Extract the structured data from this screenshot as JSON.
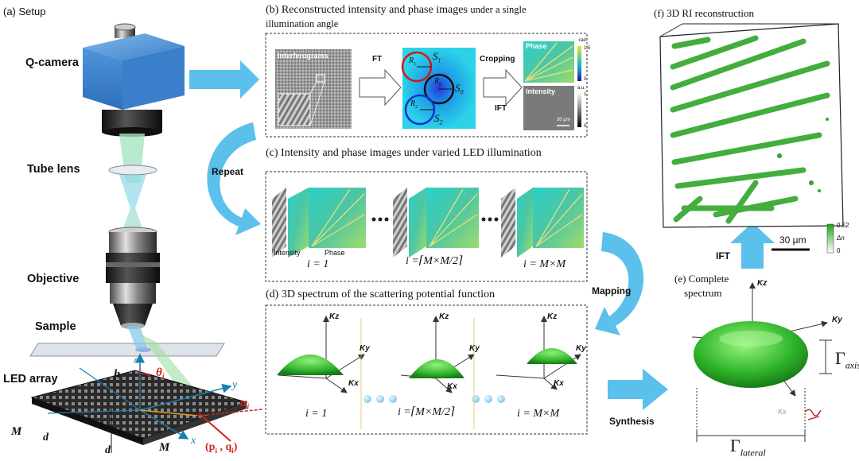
{
  "panels": {
    "a": {
      "title": "(a) Setup"
    },
    "b": {
      "title_main": "(b) Reconstructed intensity and phase images",
      "title_tail": "under a single",
      "title_line2": "illumination angle"
    },
    "c": {
      "title": "(c) Intensity and phase images  under varied LED illumination"
    },
    "d": {
      "title": "(d) 3D spectrum of the scattering potential function"
    },
    "e": {
      "title_line1": "(e) Complete",
      "title_line2": "spectrum"
    },
    "f": {
      "title": "(f) 3D RI reconstruction"
    }
  },
  "setup": {
    "camera": "Q-camera",
    "tube_lens": "Tube lens",
    "objective": "Objective",
    "sample": "Sample",
    "led_array": "LED array",
    "h": "h",
    "theta": "θ",
    "theta_sub": "i",
    "z": "z",
    "y": "y",
    "x": "x",
    "alpha": "α",
    "alpha_sub": "i",
    "M1": "M",
    "M2": "M",
    "d1": "d",
    "d2": "d",
    "pq": "(p",
    "pq_sub1": "i",
    "pq_mid": " , q",
    "pq_sub2": "i",
    "pq_end": ")"
  },
  "b": {
    "interferograms": "Interferograms",
    "ft": "FT",
    "cropping": "Cropping",
    "ift": "IFT",
    "phase": "Phase",
    "intensity": "Intensity",
    "rad": "rad",
    "rad_max": "1.5",
    "rad_min": "0",
    "au": "a.u.",
    "au_max": "1",
    "au_min": "0",
    "scale": "30 μm",
    "s1": "S",
    "s1_sub": "1",
    "s0": "S",
    "s0_sub": "0",
    "s2": "S",
    "s2_sub": "2",
    "r1": "R",
    "r1_sub": "1",
    "r0": "R",
    "r0_sub": "0",
    "r2": "R",
    "r2_sub": "2"
  },
  "c": {
    "repeat": "Repeat",
    "intensity": "Intensity",
    "phase": "Phase",
    "i1": "i = 1",
    "i2": "i =⌈M×M/2⌉",
    "i3": "i = M×M"
  },
  "d": {
    "mapping": "Mapping",
    "synthesis": "Synthesis",
    "kz": "Kz",
    "ky": "Ky",
    "kx": "Kx",
    "i1": "i = 1",
    "i2": "i =⌈M×M/2⌉",
    "i3": "i = M×M"
  },
  "e": {
    "kz": "Kz",
    "ky": "Ky",
    "kx": "Kx",
    "gamma_axis": "Γ",
    "gamma_axis_sub": "axis",
    "gamma_lateral": "Γ",
    "gamma_lateral_sub": "lateral",
    "ift": "IFT"
  },
  "f": {
    "cbar_max": "0.52",
    "cbar_min": "0",
    "cbar_label": "Δn",
    "scale": "30 μm"
  },
  "colors": {
    "arrow_blue": "#5bc0eb",
    "camera_blue": "#4a90d9",
    "green": "#2fa52a",
    "red": "#d0241c",
    "dark": "#222222"
  }
}
